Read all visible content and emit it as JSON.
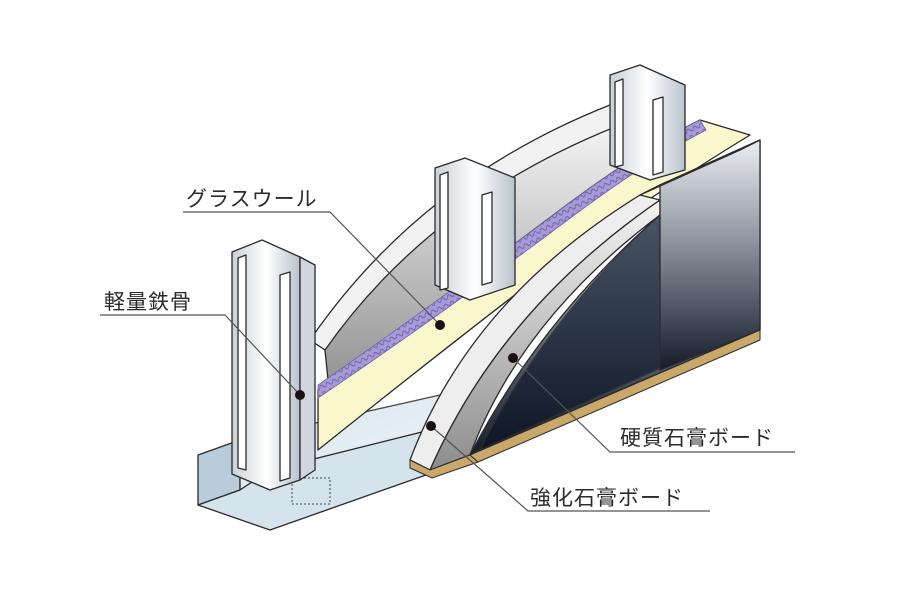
{
  "diagram": {
    "title": "",
    "subject": "wall-cross-section",
    "labels": [
      {
        "id": "glass-wool",
        "text": "グラスウール"
      },
      {
        "id": "light-steel",
        "text": "軽量鉄骨"
      },
      {
        "id": "hard-gypsum",
        "text": "硬質石膏ボード"
      },
      {
        "id": "reinforced-gypsum",
        "text": "強化石膏ボード"
      }
    ],
    "colors": {
      "insulation": "#fbf7cc",
      "wool_texture": "#9b8fd0",
      "steel": "#e4e9ee",
      "board_dark": "#1c2636",
      "board_light": "#f0f1f3",
      "board_edge": "#c9a86a",
      "leader": "#555555"
    }
  }
}
